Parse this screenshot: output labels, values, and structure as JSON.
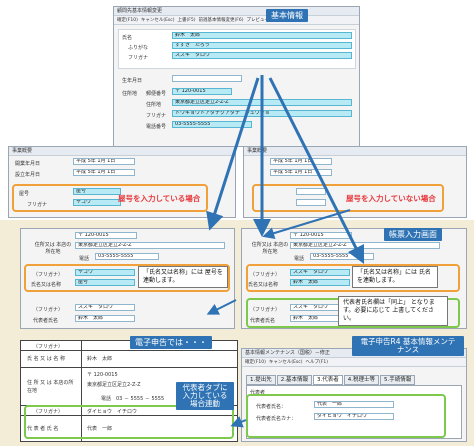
{
  "colors": {
    "callout_bg": "#2f73b4",
    "highlight_field": "#b8eaf6",
    "orange": "#f0a13a",
    "green": "#7cc94b",
    "red_text": "#e8363a",
    "arrow": "#2f73b4"
  },
  "top_window": {
    "title": "顧問先基本情報変更",
    "toolbar": [
      "確定(F10)",
      "キャンセル(Esc)",
      "上書(F5)",
      "前週基本情報変更(F6)",
      "プレビュー(F11)",
      "ヘルプ(F1)"
    ],
    "callout": "基本情報",
    "name_label": "氏名",
    "name_value": "鈴木　太郎",
    "furigana_label": "ふりがな",
    "furigana_value": "すずき　たろう",
    "kana_label": "フリガナ",
    "kana_value": "スズキ　タロウ",
    "birth_label": "生年月日",
    "address_label": "住所地",
    "postal_label": "郵便番号",
    "postal_value": "〒 120-0015",
    "address_value": "東京都足立区足立2-Z-Z",
    "address_kana_label": "フリガナ",
    "address_kana_value": "トウキョウトアダチクアダチ　ジュウショ",
    "tel_label": "電話番号",
    "tel_value": "03-5555-5555"
  },
  "business_window": {
    "header": "事業概要",
    "open_label": "開業年月日",
    "open_value": "平成 5年 1月 1日",
    "founded_label": "設立年月日",
    "founded_value": "平成 5年 1月 1日",
    "yago_label": "屋号",
    "yago_value": "屋号",
    "yago_kana_label": "フリガナ",
    "yago_kana_value": "ヤゴウ",
    "note": "屋号を入力している場合"
  },
  "business_window_right": {
    "header": "事業概要",
    "open_value": "平成 5年 1月 1日",
    "founded_value": "平成 5年 1月 1日",
    "note": "屋号を入力していない場合"
  },
  "form_left": {
    "addr_label": "住所又は 本店の所在地",
    "postal_value": "〒 120-0015",
    "address_value": "東京都足立区足立2-Z-Z",
    "tel_label": "電話",
    "tel_value": "03-5555-5555",
    "kana_label": "（フリガナ）",
    "kana_value": "ヤゴウ",
    "name_label": "氏名又は名称",
    "name_value": "屋号",
    "rep_kana_label": "（フリガナ）",
    "rep_kana_value": "スズキ　タロウ",
    "rep_label": "代表者氏名",
    "rep_value": "鈴木　太郎",
    "note": "「氏名又は名称」には 屋号を連動します。"
  },
  "form_right": {
    "callout": "帳票入力画面",
    "addr_label": "住所又は 本店の所在地",
    "postal_value": "〒 120-0015",
    "address_value": "東京都足立区足立2-Z-Z",
    "tel_label": "電話",
    "tel_value": "03-5555-5555",
    "kana_label": "（フリガナ）",
    "kana_value": "スズキ　タロウ",
    "name_label": "氏名又は名称",
    "name_value": "鈴木　太郎",
    "rep_kana_label": "（フリガナ）",
    "rep_kana_value": "スズキ　タロウ",
    "rep_label": "代表者氏名",
    "rep_value": "鈴木　太郎",
    "note1": "「氏名又は名称」には 氏名を連動します。",
    "note2": "代表者氏名欄は「同上」 となります。必要に応じて 上書してください。"
  },
  "paper": {
    "callout": "電子申告では・・・",
    "kana_label": "（フリガナ）",
    "name_label": "氏 名 又 は 名 称",
    "name_value": "鈴木　太郎",
    "addr_label": "住 所 又 は 本店の所在地",
    "postal_value": "〒 120-0015",
    "address_value": "東京都足立区足立2-Z-Z",
    "tel_value": "電話　03 － 5555 － 5555",
    "rep_kana_label": "（フリガナ）",
    "rep_kana_value": "ダイヒョウ　イチロウ",
    "rep_label": "代 表 者 氏 名",
    "rep_value": "代表　一郎",
    "note": "代表者タブに 入力している 場合連動"
  },
  "bottom_window": {
    "title": "基本情報メンテナンス（国税）－修正",
    "callout": "電子申告R4 基本情報メンテナンス",
    "toolbar": [
      "確定(F10)",
      "キャンセル(Esc)",
      "ヘルプ(F1)"
    ],
    "tabs": [
      "1.提出先",
      "2.基本情報",
      "3.代表者",
      "4.税理士等",
      "5.手続情報"
    ],
    "section_label": "代表者",
    "rep_label": "代表者氏名：",
    "rep_value": "代表　一郎",
    "rep_kana_label": "代表者氏名カナ：",
    "rep_kana_value": "ダイヒョウ　イチロウ"
  }
}
